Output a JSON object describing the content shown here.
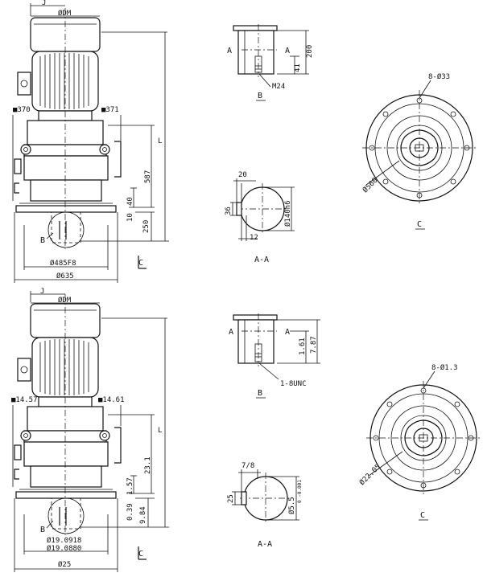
{
  "metric": {
    "J": "J",
    "DM": "ØDM",
    "L": "L",
    "ear_left": "■370",
    "ear_right": "■371",
    "h587": "587",
    "h40": "40",
    "h10": "10",
    "h250": "250",
    "flange_fit": "Ø485F8",
    "base_dia": "Ø635",
    "B": "B",
    "C": "C",
    "side_A_left": "A",
    "side_A_right": "A",
    "side_h200": "200",
    "side_h41": "41",
    "side_thread": "M24",
    "side_B": "B",
    "sec_w20": "20",
    "sec_h36": "36",
    "sec_dia": "Ø140h6",
    "sec_key": "12",
    "sec_title": "A-A",
    "holes": "8-Ø33",
    "pcd": "Ø560",
    "C_view": "C"
  },
  "imperial": {
    "J": "J",
    "DM": "ØDM",
    "L": "L",
    "ear_left": "■14.57",
    "ear_right": "■14.61",
    "h231": "23.1",
    "h157": "1.57",
    "h039": "0.39",
    "h984": "9.84",
    "fit1": "Ø19.0918",
    "fit2": "Ø19.0880",
    "base_dia": "Ø25",
    "B": "B",
    "C": "C",
    "side_A_left": "A",
    "side_A_right": "A",
    "side_h161": "1.61",
    "side_h787": "7.87",
    "side_thread": "1-8UNC",
    "side_B": "B",
    "sec_w78": "7/8",
    "sec_h25": "25",
    "sec_dia": "Ø5.5",
    "sec_tol": "0 -0.001",
    "sec_title": "A-A",
    "holes": "8-Ø1.3",
    "pcd": "Ø22.05",
    "C_view": "C"
  }
}
